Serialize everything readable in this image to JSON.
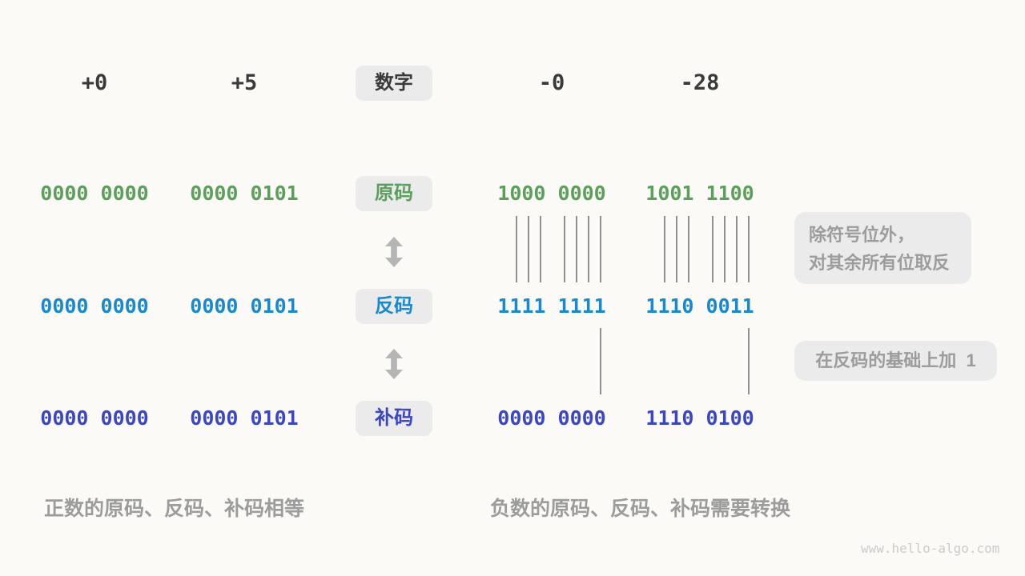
{
  "header": {
    "label": "数字",
    "values": [
      "+0",
      "+5",
      "-0",
      "-28"
    ]
  },
  "rows": [
    {
      "name": "sign-magnitude",
      "label": "原码",
      "color": "#5BA05A",
      "values": [
        "0000 0000",
        "0000 0101",
        "1000 0000",
        "1001 1100"
      ]
    },
    {
      "name": "ones-complement",
      "label": "反码",
      "color": "#1789D2",
      "values": [
        "0000 0000",
        "0000 0101",
        "1111 1111",
        "1110 0011"
      ]
    },
    {
      "name": "twos-complement",
      "label": "补码",
      "color": "#3A46C6",
      "values": [
        "0000 0000",
        "0000 0101",
        "0000 0000",
        "1110 0100"
      ]
    }
  ],
  "annotations": {
    "invert_line1": "除符号位外，",
    "invert_line2": "对其余所有位取反",
    "add_one": "在反码的基础上加  1"
  },
  "captions": {
    "positive": "正数的原码、反码、补码相等",
    "negative": "负数的原码、反码、补码需要转换"
  },
  "watermark": "www.hello-algo.com",
  "icons": {
    "arrow_between_orig_ones": "up-down-arrow-icon",
    "arrow_between_ones_twos": "up-down-arrow-icon"
  },
  "colors": {
    "background": "#FBFAF6",
    "chip_background": "#EBEBEB",
    "header_text": "#3A3A3A",
    "sign_magnitude": "#5BA05A",
    "ones_complement": "#1789D2",
    "twos_complement": "#3A46C6",
    "annotation_text": "#9C9C9C",
    "tick_line": "#8F8F8F",
    "arrow": "#B5B5B5",
    "watermark": "#CBCBCB"
  }
}
